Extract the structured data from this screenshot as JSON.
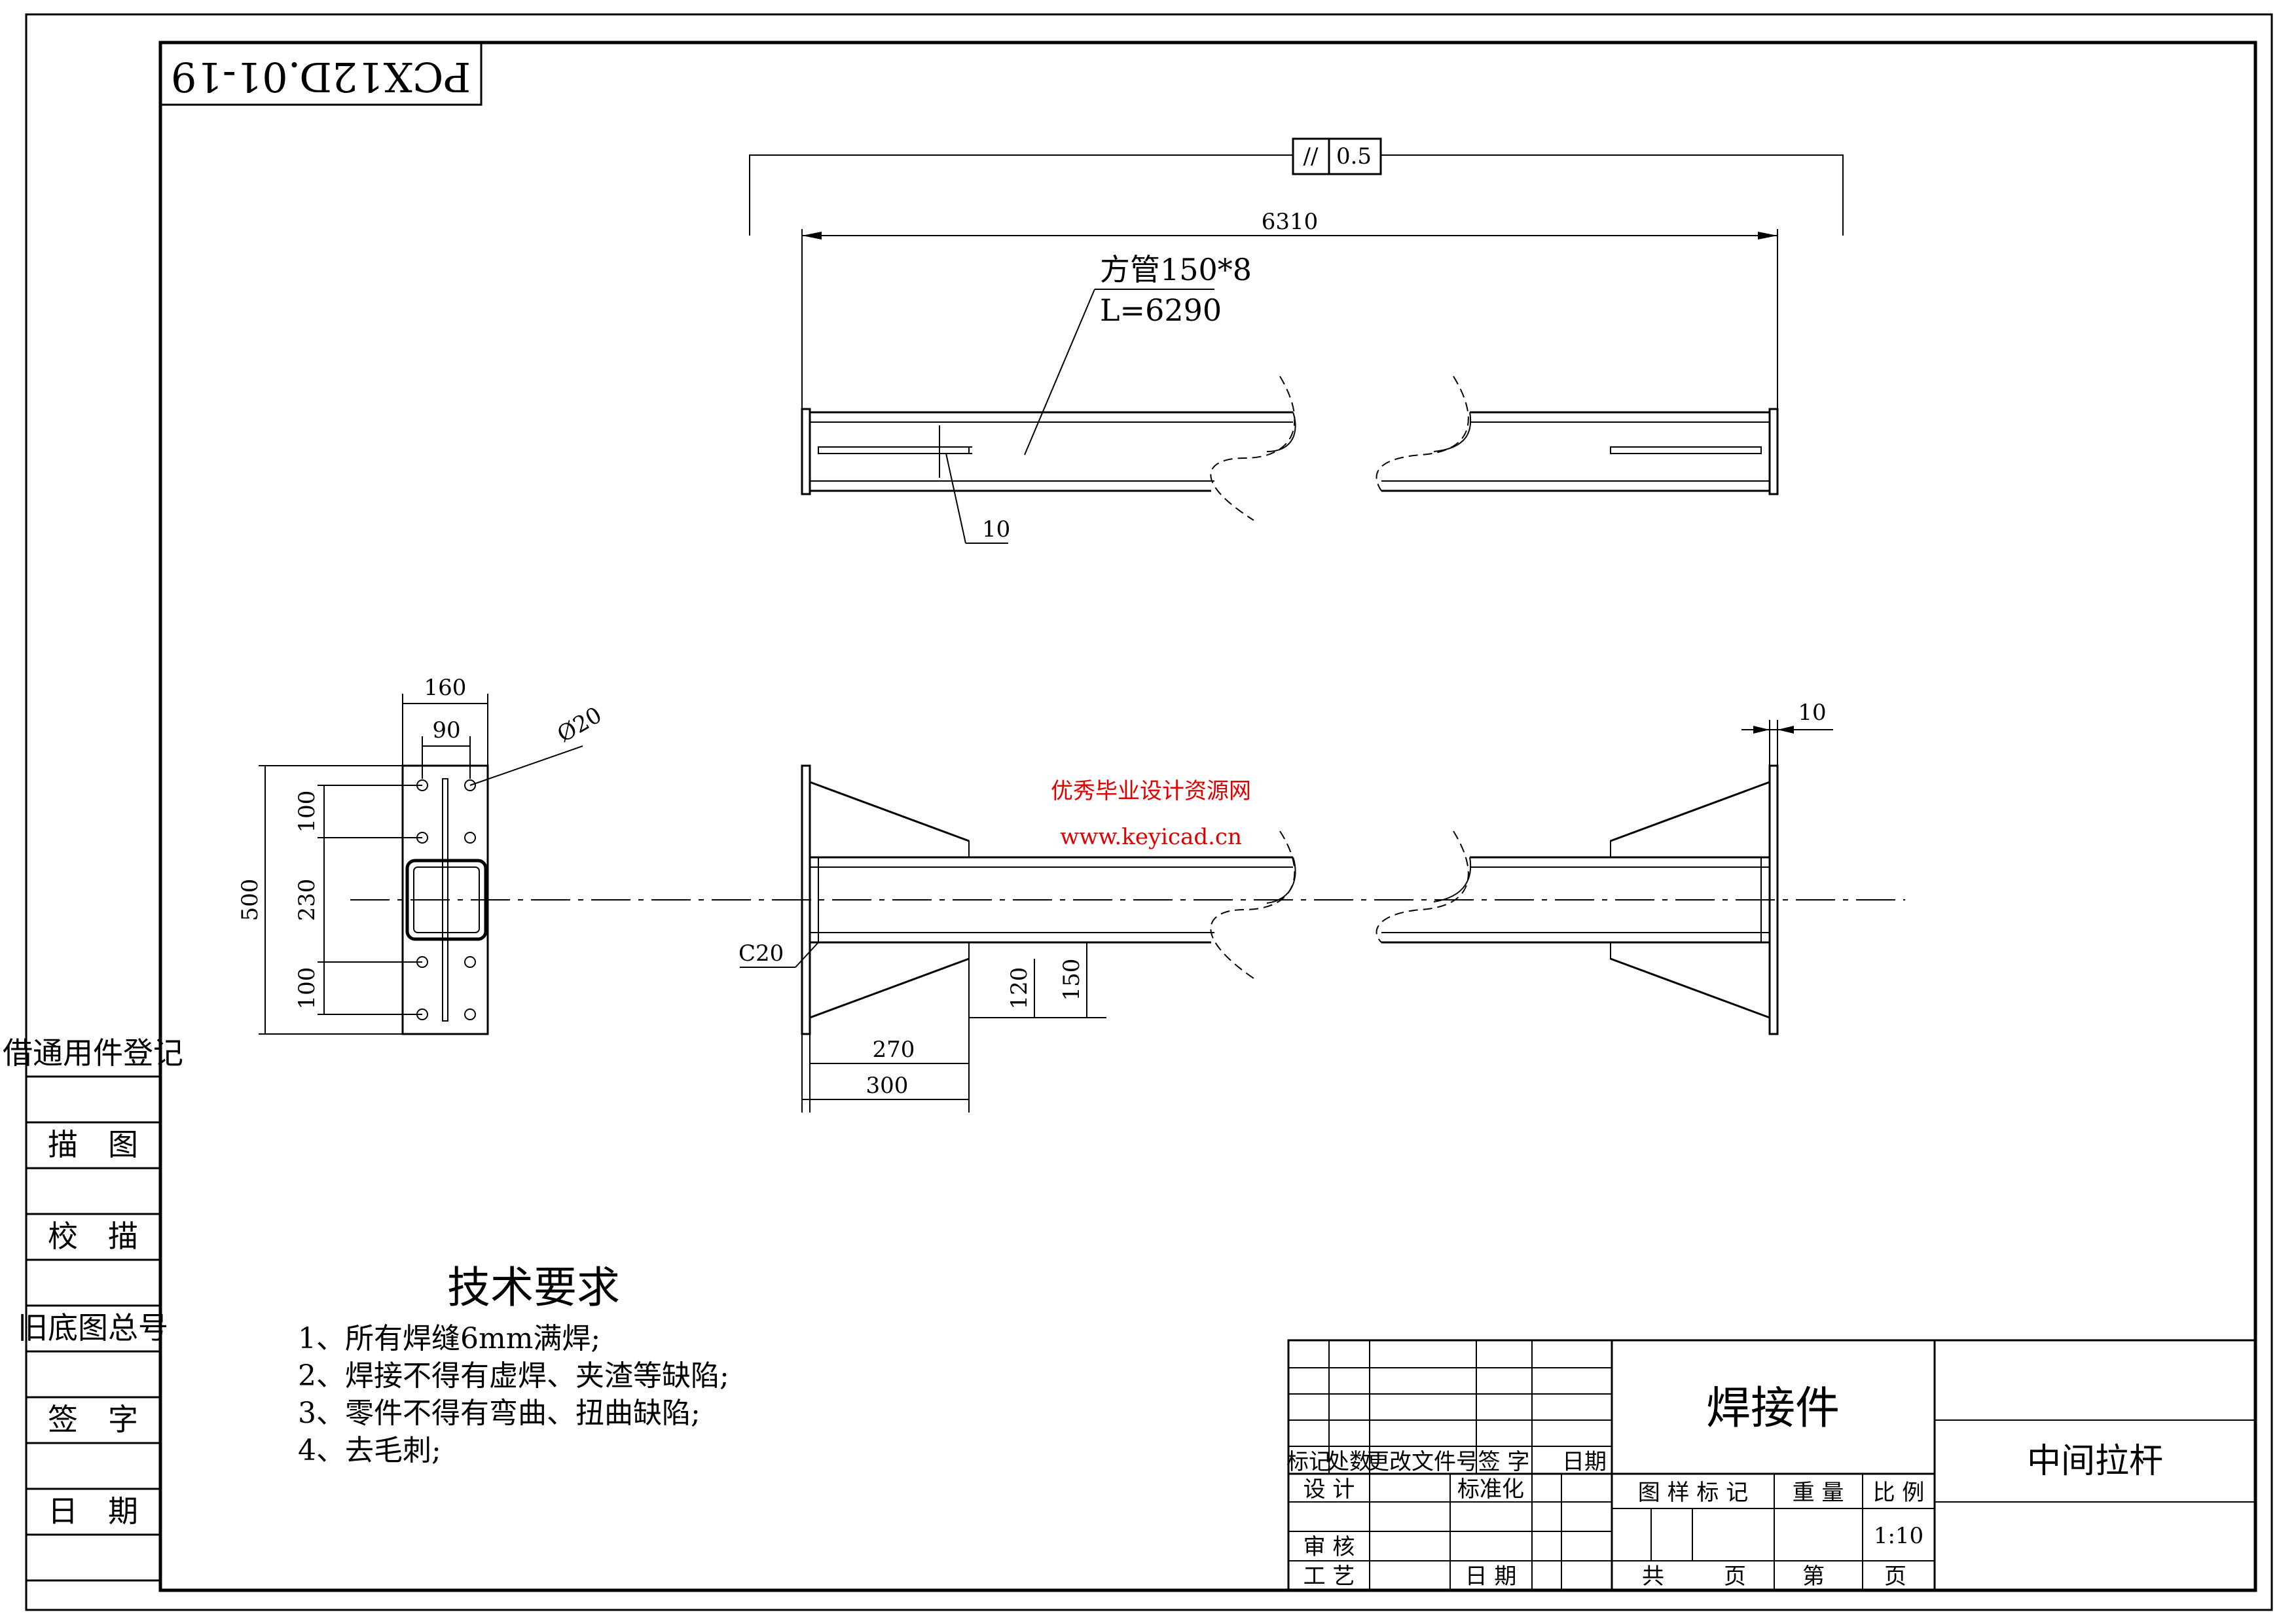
{
  "drawing_code": "PCX12D.01-19",
  "flatness_tolerance": {
    "symbol": "//",
    "value": "0.5"
  },
  "dimensions": {
    "overall_length": "6310",
    "thickness_mark": "10",
    "plate_offset": "10",
    "plate_width": "160",
    "hole_spacing_x": "90",
    "hole_diameter": "Ø20",
    "plate_height": "500",
    "hole_spacing_top": "100",
    "hole_spacing_mid": "230",
    "hole_spacing_bottom": "100",
    "chamfer": "C20",
    "rib_height_inner": "120",
    "rib_height_outer": "150",
    "rib_length_inner": "270",
    "rib_length_outer": "300"
  },
  "part_label": {
    "line1": "方管150*8",
    "line2": "L=6290"
  },
  "watermark": {
    "line1": "优秀毕业设计资源网",
    "line2": "www.keyicad.cn"
  },
  "side_table": [
    "借通用件登记",
    "描　图",
    "校　描",
    "旧底图总号",
    "签　字",
    "日　期"
  ],
  "tech_requirements": {
    "title": "技术要求",
    "items": [
      "1、所有焊缝6mm满焊;",
      "2、焊接不得有虚焊、夹渣等缺陷;",
      "3、零件不得有弯曲、扭曲缺陷;",
      "4、去毛刺;"
    ]
  },
  "title_block": {
    "revision_headers": [
      "标记",
      "处数",
      "更改文件号",
      "签 字",
      "日期"
    ],
    "design": "设 计",
    "standardization": "标准化",
    "review": "审 核",
    "process": "工 艺",
    "date": "日 期",
    "product_name": "焊接件",
    "part_name": "中间拉杆",
    "sample_mark": "图 样 标 记",
    "weight": "重 量",
    "ratio_label": "比 例",
    "ratio_value": "1:10",
    "total_label": "共",
    "page_label": "页",
    "sheet_label": "第",
    "sheet_page_label": "页"
  }
}
